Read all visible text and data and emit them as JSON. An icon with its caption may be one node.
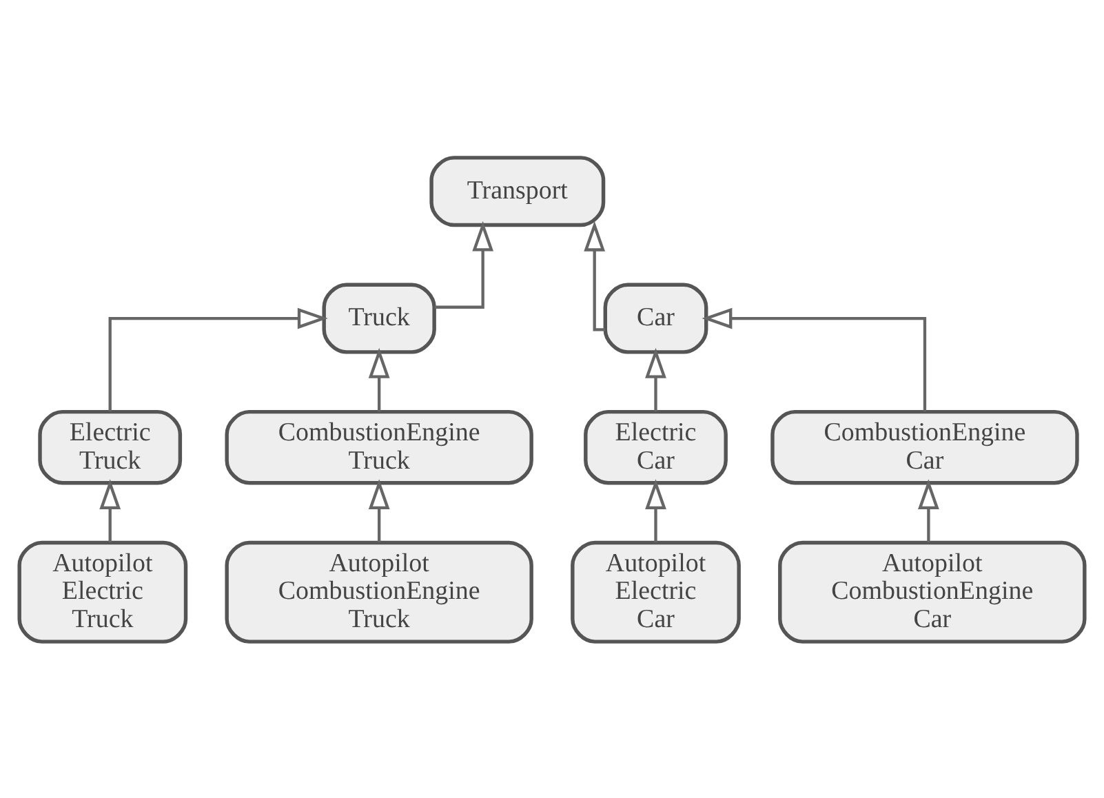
{
  "diagram": {
    "nodes": [
      {
        "text": [
          "Transport"
        ]
      },
      {
        "text": [
          "Truck"
        ]
      },
      {
        "text": [
          "Car"
        ]
      },
      {
        "text": [
          "Electric Truck"
        ]
      },
      {
        "text": [
          "CombustionEngine Truck"
        ]
      },
      {
        "text": [
          "Electric Car"
        ]
      },
      {
        "text": [
          "CombustionEngine Car"
        ]
      },
      {
        "text": [
          "Autopilot Electric Truck"
        ]
      },
      {
        "text": [
          "Autopilot CombustionEngine Truck"
        ]
      },
      {
        "text": [
          "Autopilot CombustionEngine Car"
        ]
      },
      {
        "text": [
          "Autopilot Electric Car"
        ]
      }
    ],
    "edges": [
      {
        "from": 1,
        "to": 0,
        "arrow": "to"
      },
      {
        "from": 2,
        "to": 0,
        "arrow": "to"
      },
      {
        "from": 3,
        "to": 1,
        "arrow": "to"
      },
      {
        "from": 4,
        "to": 1,
        "arrow": "to"
      },
      {
        "from": 5,
        "to": 2,
        "arrow": "to"
      },
      {
        "from": 6,
        "to": 2,
        "arrow": "to"
      },
      {
        "from": 7,
        "to": 3,
        "arrow": "to"
      },
      {
        "from": 8,
        "to": 4,
        "arrow": "to"
      },
      {
        "from": 9,
        "to": 6,
        "arrow": "to"
      },
      {
        "from": 10,
        "to": 5,
        "arrow": "to"
      }
    ]
  }
}
